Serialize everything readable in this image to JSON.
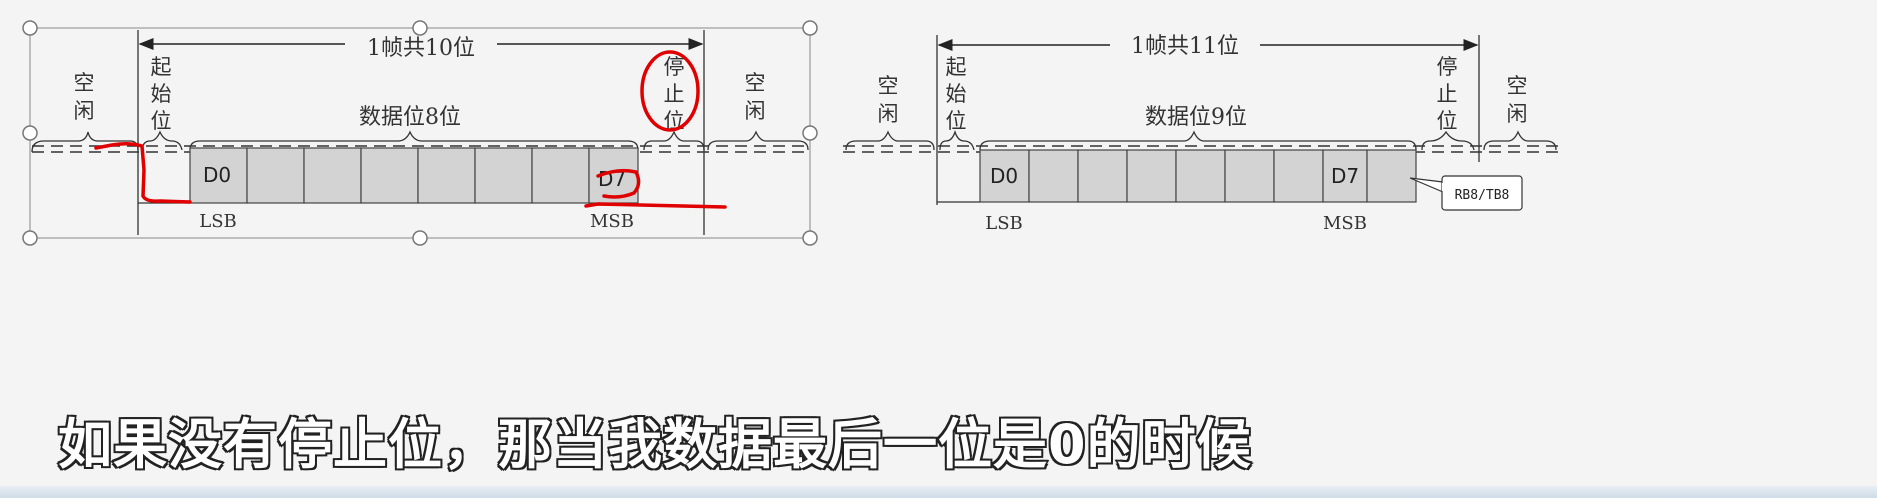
{
  "left_frame": {
    "frame_label": "1帧共10位",
    "idle_left": [
      "空",
      "闲"
    ],
    "start_bit": [
      "起",
      "始",
      "位"
    ],
    "data_bits_label": "数据位8位",
    "stop_bit": [
      "停",
      "止",
      "位"
    ],
    "idle_right": [
      "空",
      "闲"
    ],
    "first_cell": "D0",
    "last_cell": "D7",
    "lsb": "LSB",
    "msb": "MSB"
  },
  "right_frame": {
    "frame_label": "1帧共11位",
    "idle_left": [
      "空",
      "闲"
    ],
    "start_bit": [
      "起",
      "始",
      "位"
    ],
    "data_bits_label": "数据位9位",
    "stop_bit": [
      "停",
      "止",
      "位"
    ],
    "idle_right": [
      "空",
      "闲"
    ],
    "first_cell": "D0",
    "last_cell": "D7",
    "lsb": "LSB",
    "msb": "MSB",
    "callout": "RB8/TB8"
  },
  "subtitle": "如果没有停止位，那当我数据最后一位是0的时候",
  "colors": {
    "cell_fill": "#d3d3d3",
    "line": "#333333",
    "annotation": "#e00000",
    "selection_frame": "#9a9a9a"
  }
}
